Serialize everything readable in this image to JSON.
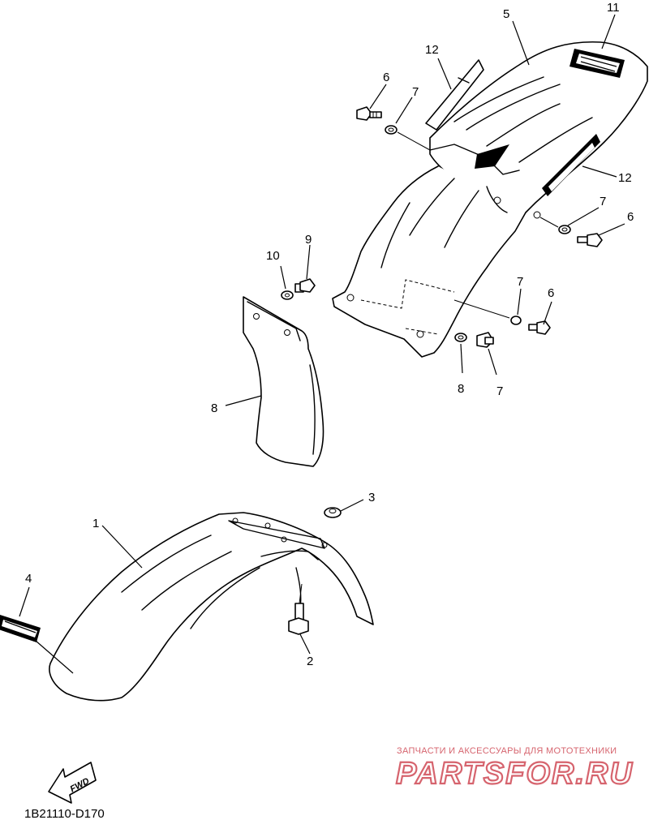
{
  "diagram": {
    "callouts": [
      {
        "id": "c1",
        "text": "1"
      },
      {
        "id": "c2",
        "text": "2"
      },
      {
        "id": "c3",
        "text": "3"
      },
      {
        "id": "c4",
        "text": "4"
      },
      {
        "id": "c5",
        "text": "5"
      },
      {
        "id": "c6a",
        "text": "6"
      },
      {
        "id": "c6b",
        "text": "6"
      },
      {
        "id": "c6c",
        "text": "6"
      },
      {
        "id": "c7a",
        "text": "7"
      },
      {
        "id": "c7b",
        "text": "7"
      },
      {
        "id": "c7c",
        "text": "7"
      },
      {
        "id": "c7d",
        "text": "7"
      },
      {
        "id": "c8a",
        "text": "8"
      },
      {
        "id": "c8b",
        "text": "8"
      },
      {
        "id": "c9",
        "text": "9"
      },
      {
        "id": "c10",
        "text": "10"
      },
      {
        "id": "c11",
        "text": "11"
      },
      {
        "id": "c12a",
        "text": "12"
      },
      {
        "id": "c12b",
        "text": "12"
      }
    ],
    "fwd_label": "FWD",
    "drawing_code": "1B21110-D170"
  },
  "watermark": {
    "tagline": "ЗАПЧАСТИ И АКСЕССУАРЫ ДЛЯ МОТОТЕХНИКИ",
    "brand": "PARTSFOR.RU",
    "color": "#d6646e"
  }
}
